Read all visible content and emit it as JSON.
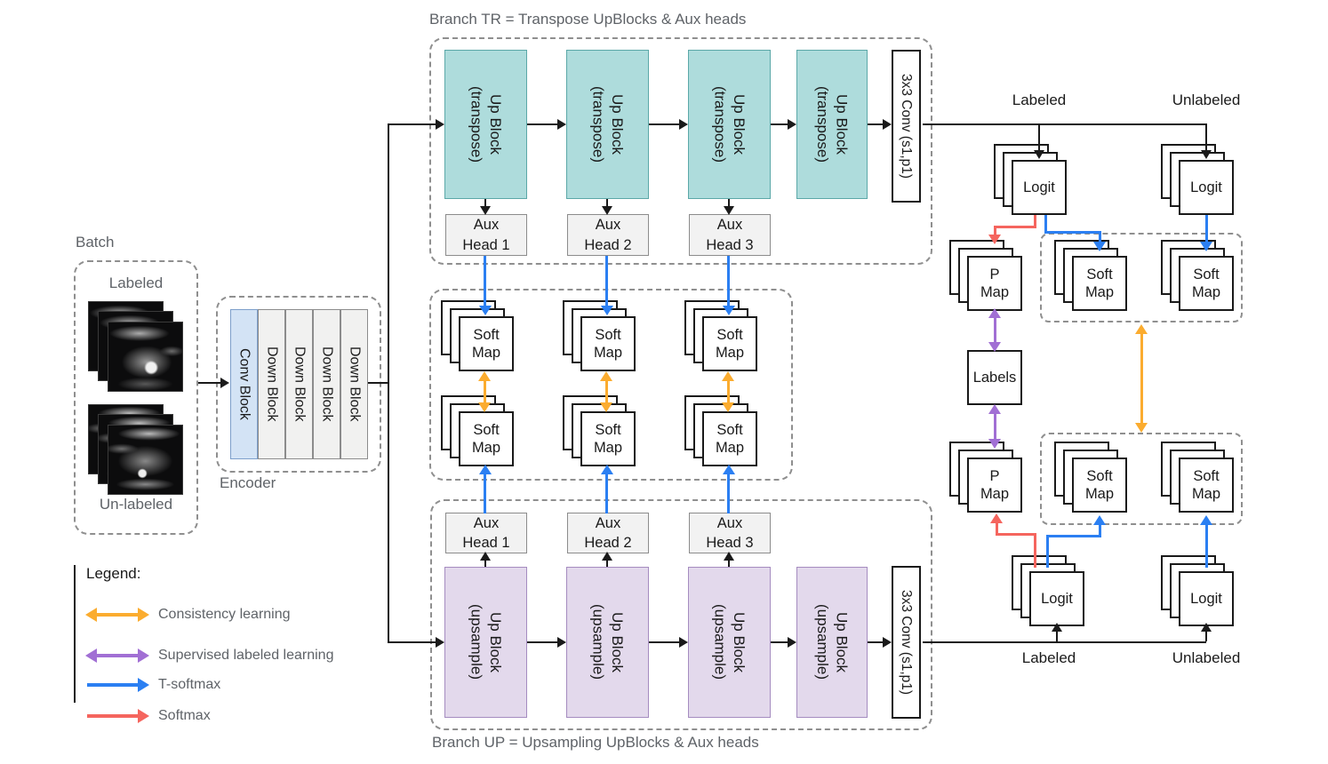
{
  "branch_tr": {
    "title": "Branch TR = Transpose UpBlocks & Aux heads",
    "up_block": "Up Block\n(transpose)",
    "conv": "3x3 Conv (s1,p1)",
    "aux": [
      "Aux\nHead 1",
      "Aux\nHead 2",
      "Aux\nHead 3"
    ]
  },
  "branch_up": {
    "title": "Branch UP = Upsampling UpBlocks & Aux heads",
    "up_block": "Up Block\n(upsample)",
    "conv": "3x3 Conv (s1,p1)",
    "aux": [
      "Aux\nHead 1",
      "Aux\nHead 2",
      "Aux\nHead 3"
    ]
  },
  "batch": {
    "title": "Batch",
    "labeled": "Labeled",
    "unlabeled": "Un-labeled"
  },
  "encoder": {
    "title": "Encoder",
    "conv_block": "Conv Block",
    "down_block": "Down Block"
  },
  "maps": {
    "soft_map": "Soft\nMap",
    "p_map": "P\nMap",
    "logit": "Logit",
    "labels": "Labels"
  },
  "right": {
    "labeled": "Labeled",
    "unlabeled": "Unlabeled"
  },
  "legend": {
    "title": "Legend:",
    "consistency": "Consistency learning",
    "supervised": "Supervised labeled learning",
    "t_softmax": "T-softmax",
    "softmax": "Softmax"
  },
  "colors": {
    "consistency_orange": "#fbac2f",
    "supervised_purple": "#a16fd4",
    "t_softmax_blue": "#2b7ff2",
    "softmax_red": "#f5655e",
    "up_block_transpose_fill": "#aedcdc",
    "up_block_upsample_fill": "#e3d9ec",
    "conv_block_fill": "#d3e3f5",
    "down_block_fill": "#f1f1f0"
  }
}
